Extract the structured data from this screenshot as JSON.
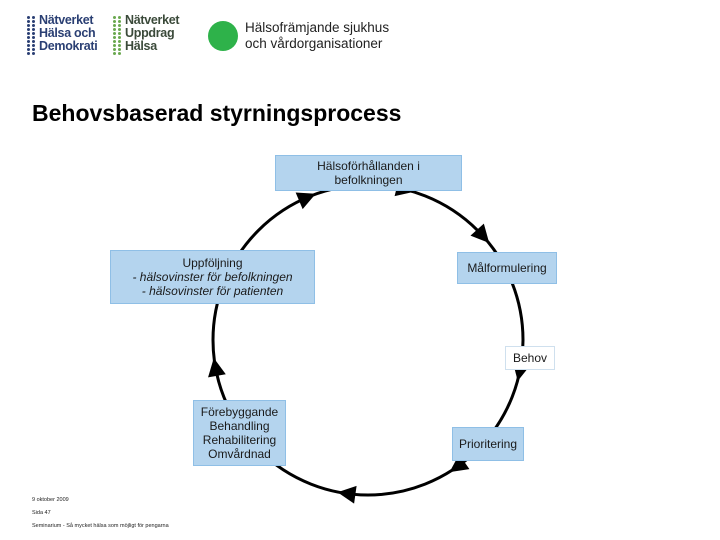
{
  "logos": [
    {
      "lines": [
        "Nätverket",
        "Hälsa och",
        "Demokrati"
      ],
      "color": "#2a3f73",
      "dot_color": "#2a3f73"
    },
    {
      "lines": [
        "Nätverket",
        "Uppdrag",
        "Hälsa"
      ],
      "color": "#3b4a3a",
      "dot_color": "#6aa84f"
    },
    {
      "lines": [
        "Hälsofrämjande sjukhus",
        "och vårdorganisationer"
      ],
      "color": "#222222",
      "dot_color": "#2eb24a"
    }
  ],
  "title": "Behovsbaserad styrningsprocess",
  "diagram": {
    "top": [
      "Hälsoförhållanden i",
      "befolkningen"
    ],
    "right_upper": [
      "Målformulering"
    ],
    "right_middle": [
      "Behov"
    ],
    "right_lower": [
      "Prioritering"
    ],
    "bottom": [
      "Förebyggande",
      "Behandling",
      "Rehabilitering",
      "Omvårdnad"
    ],
    "left": [
      "Uppföljning",
      "- hälsovinster för befolkningen",
      "- hälsovinster för patienten"
    ]
  },
  "footer": {
    "date": "9 oktober 2009",
    "page": "Sida 47",
    "seminar": "Seminarium - Så mycket hälsa som möjligt för pengarna"
  },
  "colors": {
    "box_fill": "#b4d4ee",
    "circle": "#000000",
    "arrow": "#000000"
  }
}
